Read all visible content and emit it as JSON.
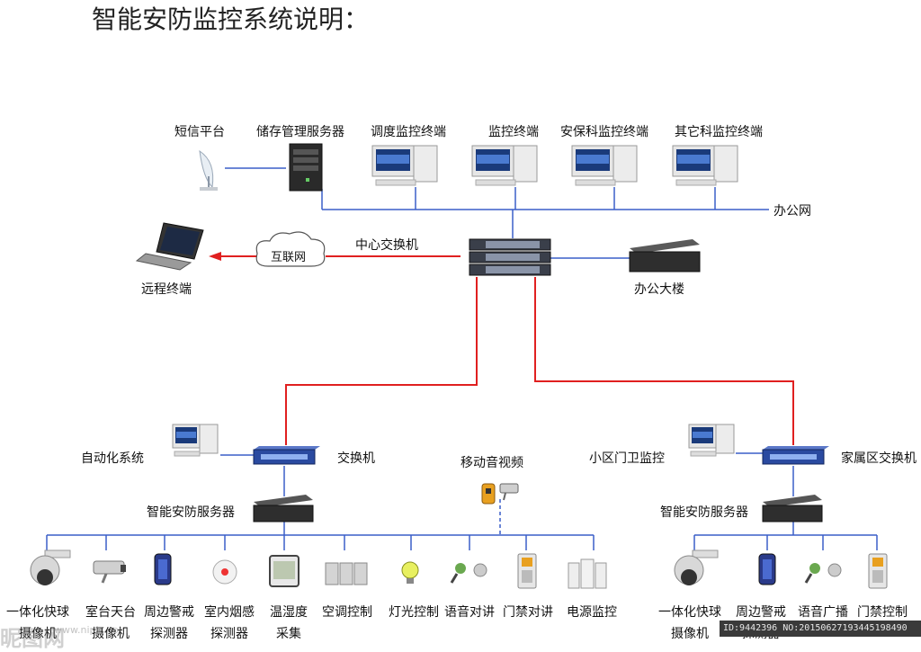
{
  "title": "智能安防监控系统说明：",
  "top_labels": {
    "sms": "短信平台",
    "storage": "储存管理服务器",
    "dispatch": "调度监控终端",
    "monitor": "监控终端",
    "security": "安保科监控终端",
    "other": "其它科监控终端"
  },
  "office_net": "办公网",
  "core_switch": "中心交换机",
  "internet": "互联网",
  "remote": "远程终端",
  "office_building": "办公大楼",
  "left_branch": {
    "automation": "自动化系统",
    "switch": "交换机",
    "server": "智能安防服务器"
  },
  "mobile_av": "移动音视频",
  "right_branch": {
    "gate": "小区门卫监控",
    "switch": "家属区交换机",
    "server": "智能安防服务器"
  },
  "left_devices": [
    {
      "line1": "一体化快球",
      "line2": "摄像机"
    },
    {
      "line1": "室台天台",
      "line2": "摄像机"
    },
    {
      "line1": "周边警戒",
      "line2": "探测器"
    },
    {
      "line1": "室内烟感",
      "line2": "探测器"
    },
    {
      "line1": "温湿度",
      "line2": "采集"
    },
    {
      "line1": "空调控制",
      "line2": ""
    },
    {
      "line1": "灯光控制",
      "line2": ""
    },
    {
      "line1": "语音对讲",
      "line2": ""
    },
    {
      "line1": "门禁对讲",
      "line2": ""
    },
    {
      "line1": "电源监控",
      "line2": ""
    }
  ],
  "right_devices": [
    {
      "line1": "一体化快球",
      "line2": "摄像机"
    },
    {
      "line1": "周边警戒",
      "line2": "探测器"
    },
    {
      "line1": "语音广播",
      "line2": ""
    },
    {
      "line1": "门禁控制",
      "line2": ""
    }
  ],
  "watermark": "昵图网",
  "watermark_url": "www.nipic.com",
  "id_bar": "ID:9442396 NO:20150627193445198490",
  "colors": {
    "blue_line": "#3a5fc8",
    "red_line": "#e02020",
    "switch_blue": "#2a4aa0"
  }
}
